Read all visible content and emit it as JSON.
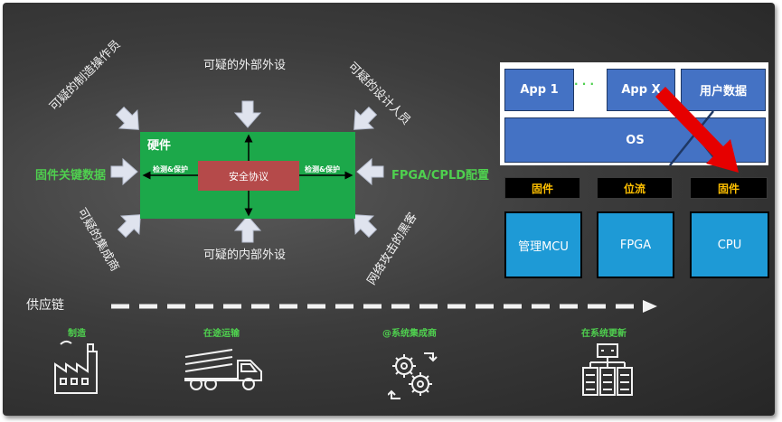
{
  "hardware": {
    "title": "硬件",
    "secure_protocol": "安全协议",
    "detect_protect_left": "检测&保护",
    "detect_protect_right": "检测&保护"
  },
  "threats": {
    "manufacturing_operator": "可疑的制造操作员",
    "external_peripheral": "可疑的外部外设",
    "designer": "可疑的设计人员",
    "firmware_key_data": "固件关键数据",
    "fpga_cpld_config": "FPGA/CPLD配置",
    "integrator": "可疑的集成商",
    "internal_peripheral": "可疑的内部外设",
    "network_hacker": "网络攻击的黑客"
  },
  "system_stack": {
    "app1": "App 1",
    "ellipsis": "· · ·",
    "appx": "App X",
    "user_data": "用户数据",
    "os": "OS",
    "firmware_labels": [
      "固件",
      "位流",
      "固件"
    ],
    "chips": [
      "管理MCU",
      "FPGA",
      "CPU"
    ]
  },
  "supply_chain": {
    "label": "供应链",
    "stages": [
      "制造",
      "在途运输",
      "@系统集成商",
      "在系统更新"
    ]
  },
  "colors": {
    "hardware_green": "#1ca84a",
    "secure_red": "#b54a4a",
    "stack_blue": "#4472c4",
    "chip_blue": "#1e9ad6",
    "attack_red": "#e60000",
    "firmware_yellow": "#ffc000",
    "label_green": "#4fd04f"
  },
  "icons": [
    "factory-icon",
    "truck-icon",
    "gears-icon",
    "server-update-icon"
  ]
}
